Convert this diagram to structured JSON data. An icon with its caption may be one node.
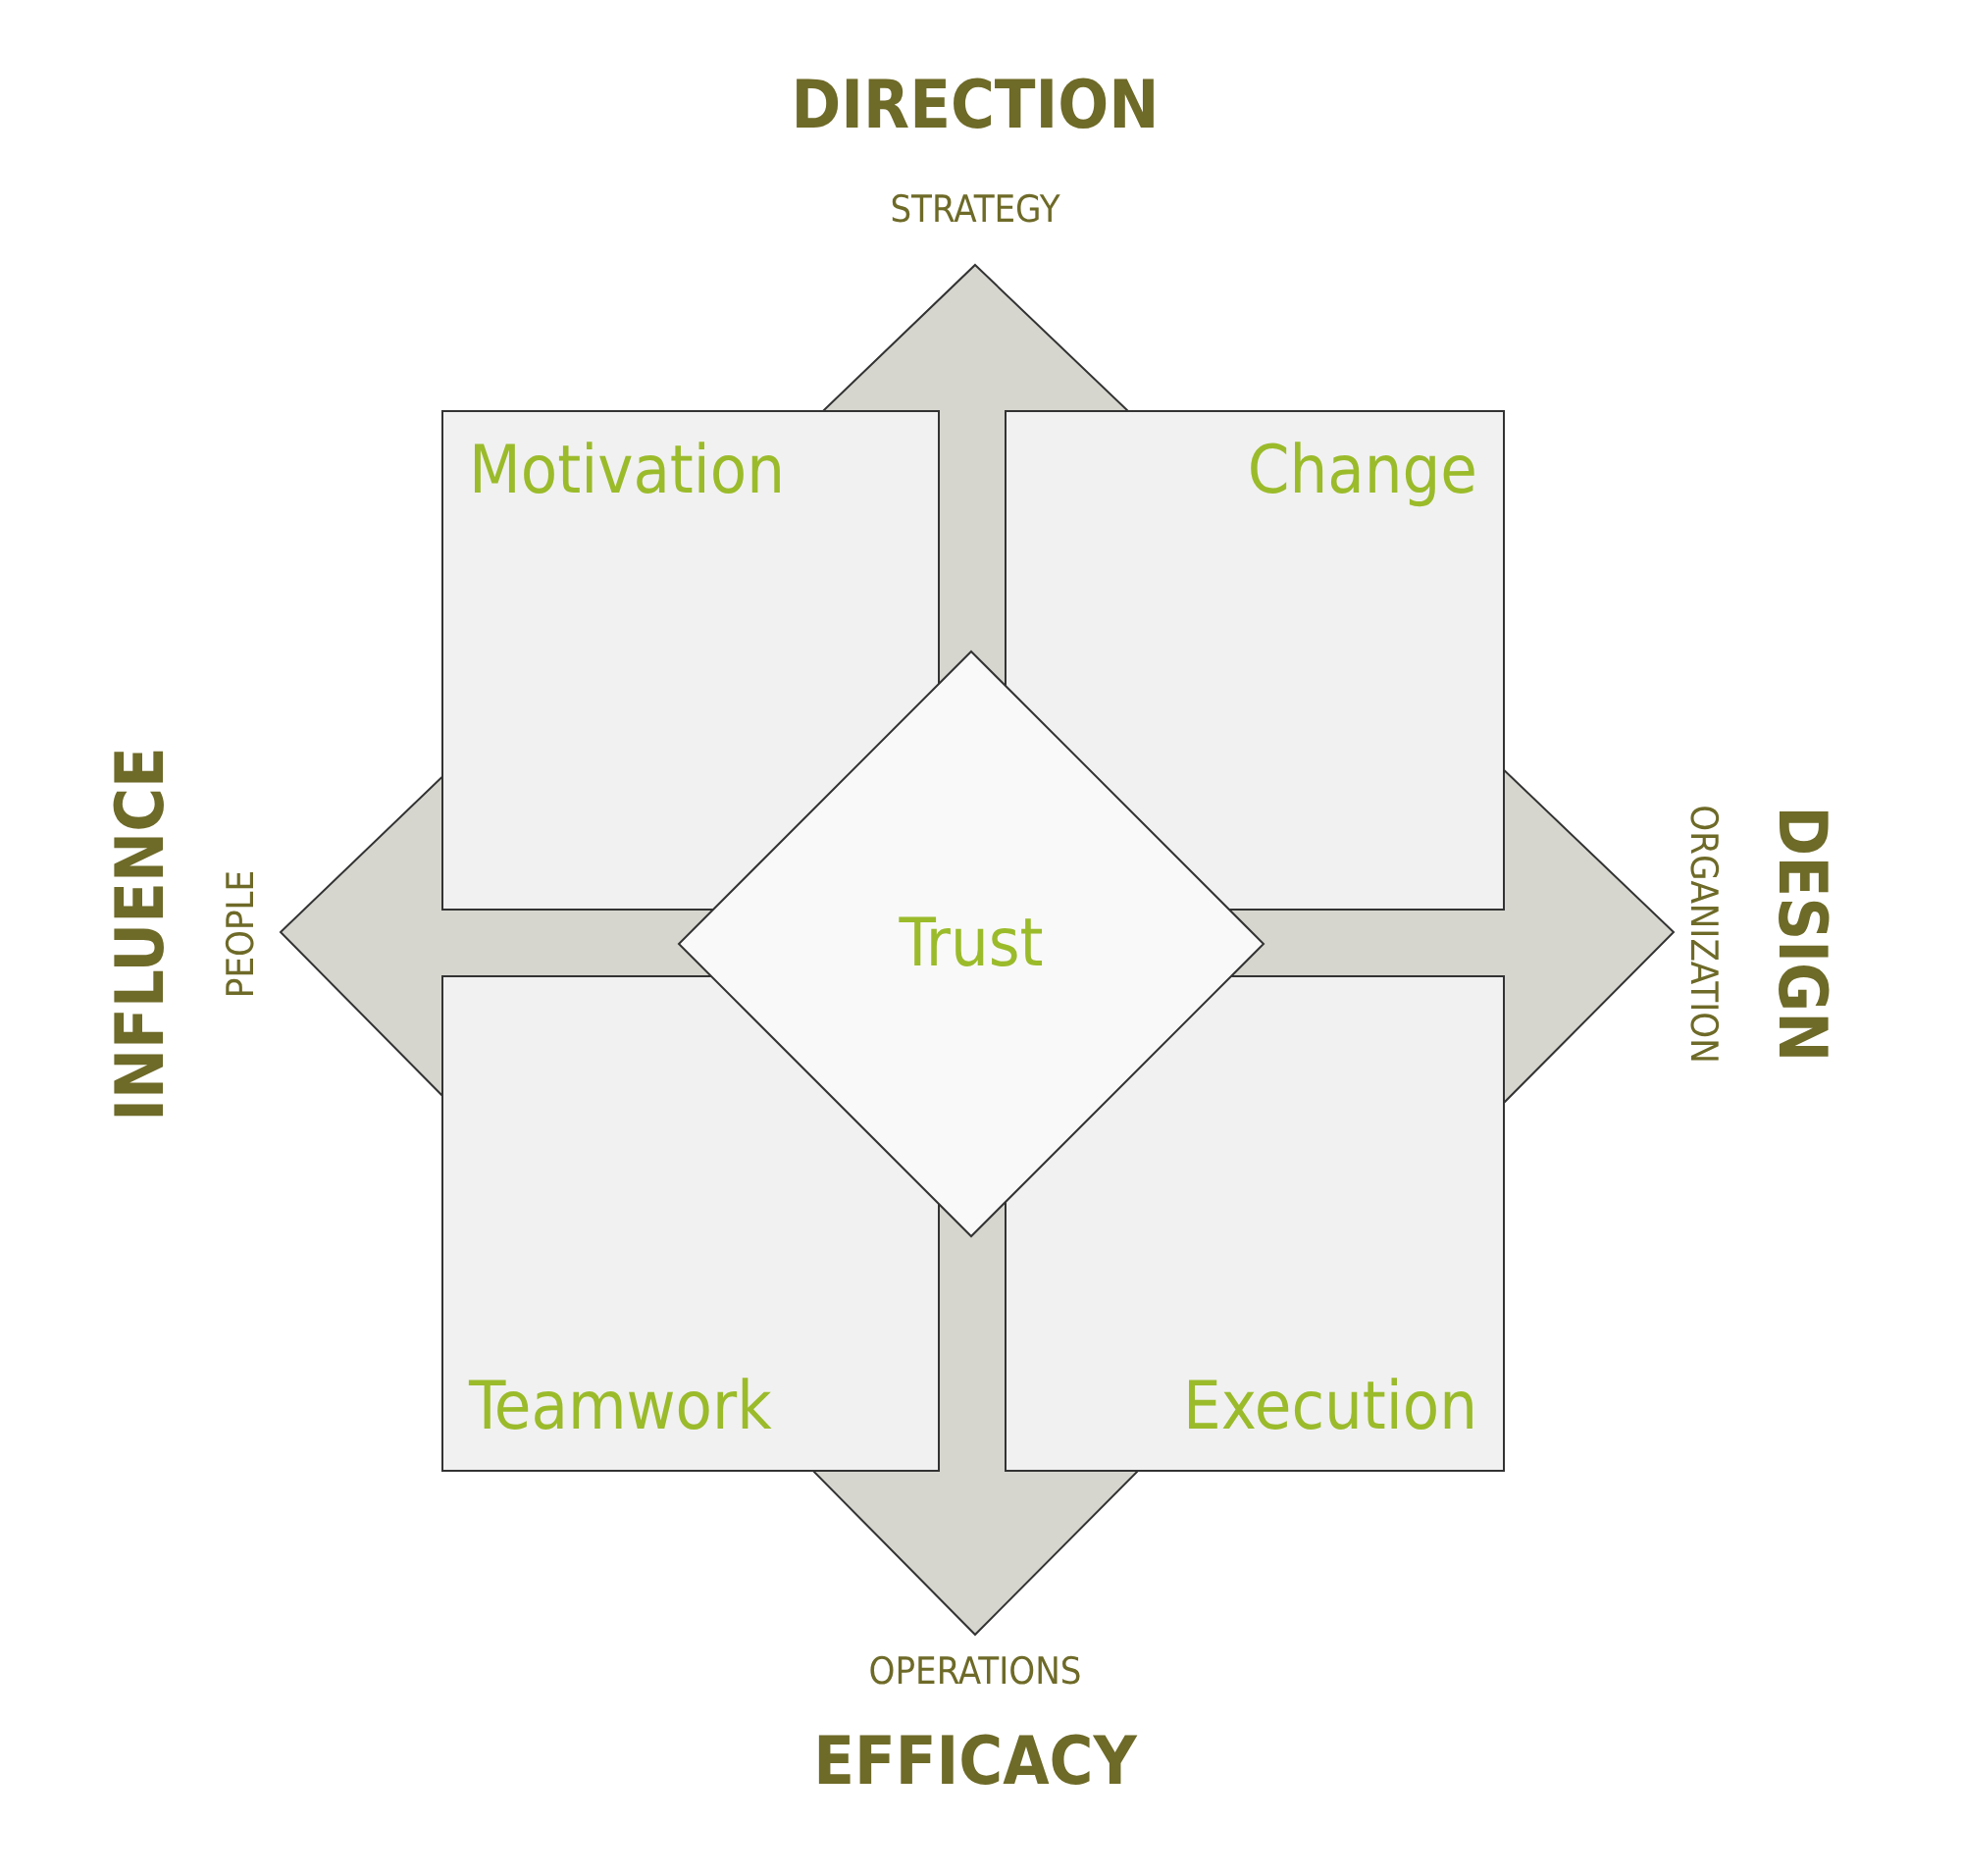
{
  "diagram": {
    "nodes": [
      {
        "text": [
          "Motivation"
        ]
      },
      {
        "text": [
          "Change"
        ]
      },
      {
        "text": [
          "Trust"
        ]
      },
      {
        "text": [
          "Teamwork"
        ]
      },
      {
        "text": [
          "Execution"
        ]
      }
    ],
    "labels": [
      "DIRECTION",
      "STRATEGY",
      "INFLUENCE",
      "PEOPLE",
      "DESIGN",
      "ORGANIZATION",
      "OPERATIONS",
      "EFFICACY"
    ]
  }
}
